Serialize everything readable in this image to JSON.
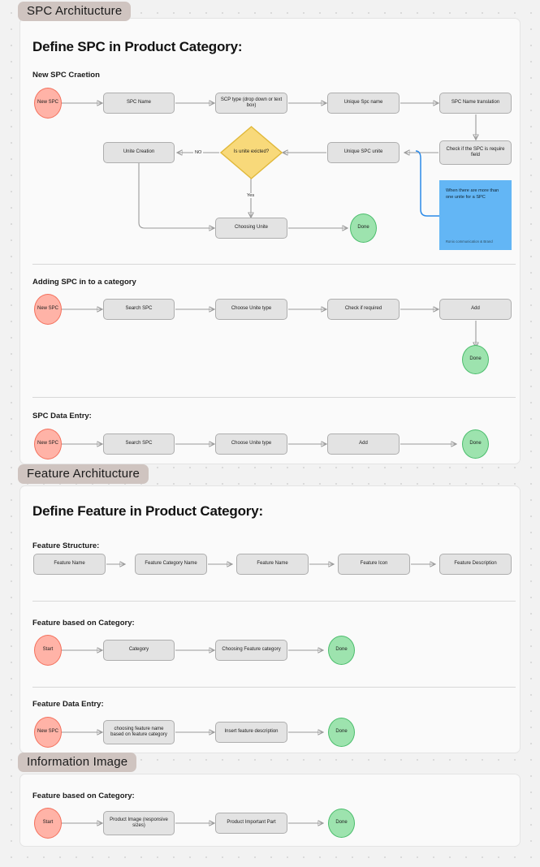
{
  "board": {
    "background_color": "#f2f2f2",
    "card_color": "#fafafa",
    "frame_label_color": "#cfc4c0",
    "node_fill": "#e3e3e3",
    "start_color": "#ffb3a7",
    "done_color": "#9de3ae",
    "decision_color": "#f8d97a",
    "note_color": "#63b6f5",
    "connector_color": "#9a9a9a",
    "blue_connector_color": "#2b8ae8"
  },
  "sections": [
    {
      "frame_label": "SPC Architucture",
      "heading": "Define SPC in Product Category:",
      "groups": [
        {
          "subheading": "New SPC Craetion",
          "nodes": [
            {
              "id": "s1-start",
              "label": "New SPC",
              "type": "start"
            },
            {
              "id": "s1-spcname",
              "label": "SPC Name",
              "type": "process"
            },
            {
              "id": "s1-scptype",
              "label": "SCP type (drop down or text box)",
              "type": "process"
            },
            {
              "id": "s1-uniquespc",
              "label": "Unique Spc name",
              "type": "process"
            },
            {
              "id": "s1-translation",
              "label": "SPC Name translation",
              "type": "process"
            },
            {
              "id": "s1-required",
              "label": "Check if the SPC is require field",
              "type": "process"
            },
            {
              "id": "s1-uniqueunite",
              "label": "Unique SPC unite",
              "type": "process"
            },
            {
              "id": "s1-decision",
              "label": "Is unite exicted?",
              "type": "decision"
            },
            {
              "id": "s1-unitecreate",
              "label": "Unite Creation",
              "type": "process"
            },
            {
              "id": "s1-choosing",
              "label": "Choosing Unite",
              "type": "process"
            },
            {
              "id": "s1-done",
              "label": "Done",
              "type": "end"
            }
          ],
          "edge_labels": {
            "no": "NO",
            "yes": "Yes"
          },
          "note": {
            "text": "When there are more than one unite for a SPC",
            "footer": "Ronix communication & Brand"
          }
        },
        {
          "subheading": "Adding SPC in to a category",
          "nodes": [
            {
              "id": "s2-start",
              "label": "New SPC",
              "type": "start"
            },
            {
              "id": "s2-search",
              "label": "Search SPC",
              "type": "process"
            },
            {
              "id": "s2-unitetype",
              "label": "Choose Unite type",
              "type": "process"
            },
            {
              "id": "s2-required",
              "label": "Check if required",
              "type": "process"
            },
            {
              "id": "s2-add",
              "label": "Add",
              "type": "process"
            },
            {
              "id": "s2-done",
              "label": "Done",
              "type": "end"
            }
          ]
        },
        {
          "subheading": "SPC Data Entry:",
          "nodes": [
            {
              "id": "s3-start",
              "label": "New SPC",
              "type": "start"
            },
            {
              "id": "s3-search",
              "label": "Search SPC",
              "type": "process"
            },
            {
              "id": "s3-unitetype",
              "label": "Choose Unite type",
              "type": "process"
            },
            {
              "id": "s3-add",
              "label": "Add",
              "type": "process"
            },
            {
              "id": "s3-done",
              "label": "Done",
              "type": "end"
            }
          ]
        }
      ]
    },
    {
      "frame_label": "Feature Architucture",
      "heading": "Define Feature in Product Category:",
      "groups": [
        {
          "subheading": "Feature Structure:",
          "nodes": [
            {
              "id": "f1-n1",
              "label": "Feature Name",
              "type": "process"
            },
            {
              "id": "f1-n2",
              "label": "Feature Category Name",
              "type": "process"
            },
            {
              "id": "f1-n3",
              "label": "Feature Name",
              "type": "process"
            },
            {
              "id": "f1-n4",
              "label": "Feature Icon",
              "type": "process"
            },
            {
              "id": "f1-n5",
              "label": "Feature Description",
              "type": "process"
            }
          ]
        },
        {
          "subheading": "Feature based on Category:",
          "nodes": [
            {
              "id": "f2-start",
              "label": "Start",
              "type": "start"
            },
            {
              "id": "f2-category",
              "label": "Category",
              "type": "process"
            },
            {
              "id": "f2-choosing",
              "label": "Choosing Feature category",
              "type": "process"
            },
            {
              "id": "f2-done",
              "label": "Done",
              "type": "end"
            }
          ]
        },
        {
          "subheading": "Feature Data Entry:",
          "nodes": [
            {
              "id": "f3-start",
              "label": "New SPC",
              "type": "start"
            },
            {
              "id": "f3-choose",
              "label": "choosing feature name based on feature category",
              "type": "process"
            },
            {
              "id": "f3-insert",
              "label": "Insert feature description",
              "type": "process"
            },
            {
              "id": "f3-done",
              "label": "Done",
              "type": "end"
            }
          ]
        }
      ]
    },
    {
      "frame_label": "Information Image",
      "heading": "",
      "groups": [
        {
          "subheading": "Feature based on Category:",
          "nodes": [
            {
              "id": "i1-start",
              "label": "Start",
              "type": "start"
            },
            {
              "id": "i1-image",
              "label": "Product Image (responsive sizes)",
              "type": "process"
            },
            {
              "id": "i1-part",
              "label": "Product Important Part",
              "type": "process"
            },
            {
              "id": "i1-done",
              "label": "Done",
              "type": "end"
            }
          ]
        }
      ]
    }
  ]
}
